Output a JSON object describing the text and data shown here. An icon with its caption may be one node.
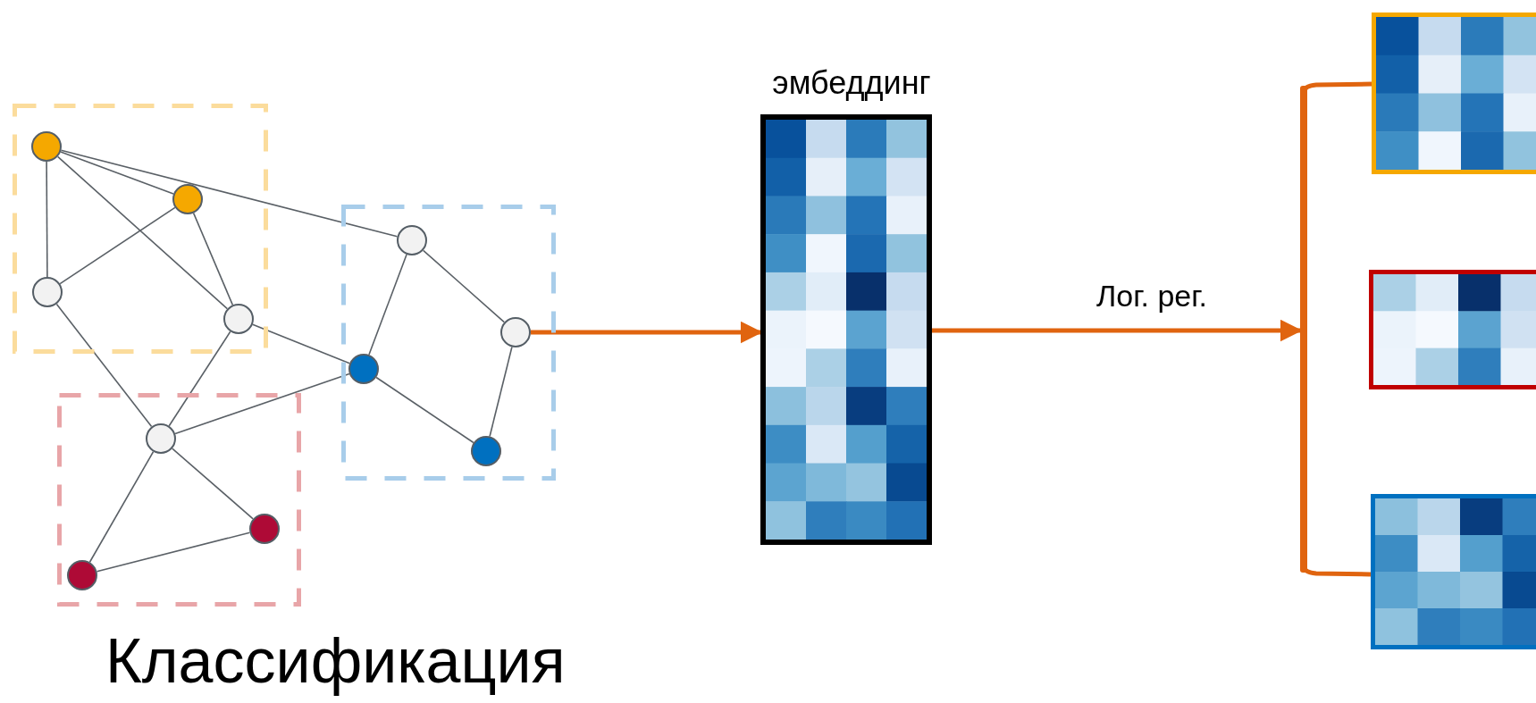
{
  "diagram": {
    "title": "Классификация",
    "nodes": [
      {
        "text": [],
        "shape": "box"
      },
      {
        "text": [],
        "shape": "circle",
        "in": 0
      },
      {
        "text": [],
        "shape": "circle",
        "in": 0
      },
      {
        "text": [],
        "shape": "circle",
        "in": 0
      },
      {
        "text": [],
        "shape": "circle",
        "in": 0
      },
      {
        "text": [],
        "shape": "box"
      },
      {
        "text": [],
        "shape": "circle",
        "in": 5
      },
      {
        "text": [],
        "shape": "circle",
        "in": 5
      },
      {
        "text": [],
        "shape": "circle",
        "in": 5
      },
      {
        "text": [],
        "shape": "circle",
        "in": 5
      },
      {
        "text": [],
        "shape": "box"
      },
      {
        "text": [],
        "shape": "circle",
        "in": 10
      },
      {
        "text": [],
        "shape": "circle",
        "in": 10
      },
      {
        "text": [],
        "shape": "circle",
        "in": 10
      },
      {
        "text": [
          "эмбеддинг"
        ]
      },
      {
        "text": [],
        "shape": "bar"
      },
      {
        "text": [],
        "shape": "box"
      },
      {
        "text": [],
        "shape": "box"
      },
      {
        "text": [],
        "shape": "box"
      }
    ],
    "edges": [
      {
        "from": 1,
        "to": 3,
        "arrow": "none"
      },
      {
        "from": 1,
        "to": 2,
        "arrow": "none"
      },
      {
        "from": 1,
        "to": 4,
        "arrow": "none"
      },
      {
        "from": 1,
        "to": 6,
        "arrow": "none"
      },
      {
        "from": 2,
        "to": 3,
        "arrow": "none"
      },
      {
        "from": 2,
        "to": 4,
        "arrow": "none"
      },
      {
        "from": 3,
        "to": 11,
        "arrow": "none"
      },
      {
        "from": 4,
        "to": 11,
        "arrow": "none"
      },
      {
        "from": 4,
        "to": 8,
        "arrow": "none"
      },
      {
        "from": 6,
        "to": 8,
        "arrow": "none"
      },
      {
        "from": 6,
        "to": 7,
        "arrow": "none"
      },
      {
        "from": 7,
        "to": 9,
        "arrow": "none"
      },
      {
        "from": 8,
        "to": 9,
        "arrow": "none"
      },
      {
        "from": 8,
        "to": 11,
        "arrow": "none"
      },
      {
        "from": 11,
        "to": 13,
        "arrow": "none"
      },
      {
        "from": 11,
        "to": 12,
        "arrow": "none"
      },
      {
        "from": 12,
        "to": 13,
        "arrow": "none"
      },
      {
        "from": 7,
        "to": 14,
        "arrow": "to",
        "style": "thick",
        "color": "#e0640f"
      },
      {
        "from": 14,
        "to": 15,
        "arrow": "to",
        "label": "Лог. рег.",
        "style": "thick",
        "color": "#e0640f"
      },
      {
        "from": 15,
        "to": 16,
        "arrow": "none",
        "style": "thick",
        "color": "#e0640f"
      },
      {
        "from": 15,
        "to": 18,
        "arrow": "none",
        "style": "thick",
        "color": "#e0640f"
      }
    ]
  }
}
